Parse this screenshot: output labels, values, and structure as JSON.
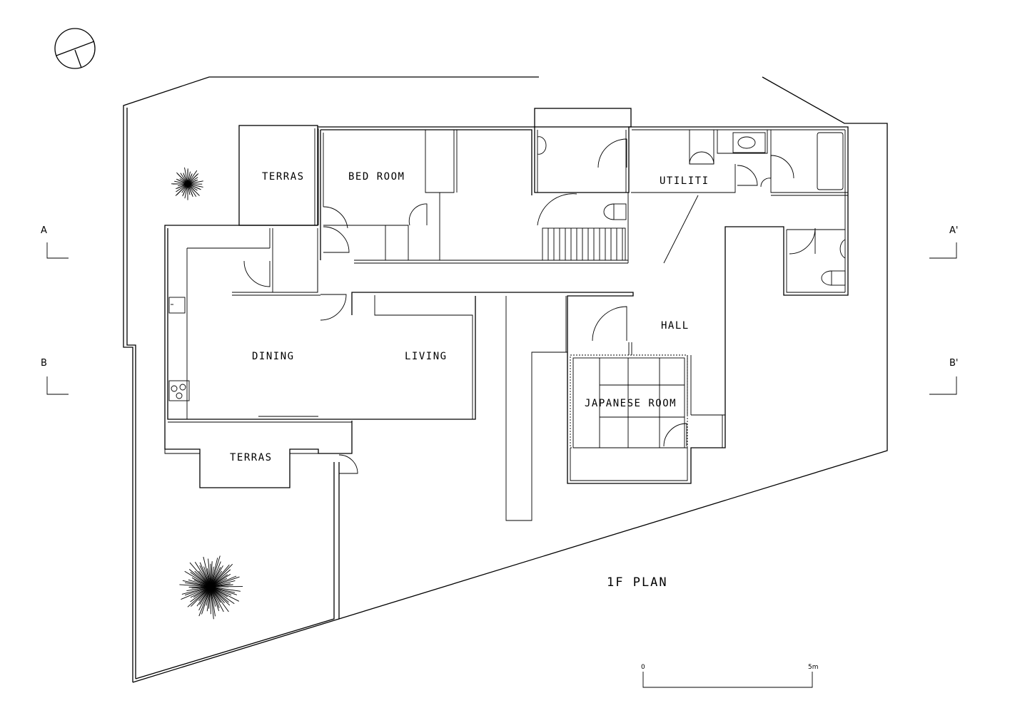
{
  "drawing_title": "1F PLAN",
  "rooms": {
    "terras_north": "TERRAS",
    "bed_room": "BED ROOM",
    "utiliti": "UTILITI",
    "dining": "DINING",
    "living": "LIVING",
    "hall": "HALL",
    "japanese_room": "JAPANESE ROOM",
    "terras_south": "TERRAS"
  },
  "section_marks": {
    "a_left": "A",
    "a_right": "A'",
    "b_left": "B",
    "b_right": "B'"
  },
  "scale_bar": {
    "start": "0",
    "end": "5m"
  },
  "icons": [
    "north-arrow-icon",
    "tree-icon",
    "sink-icon",
    "stove-icon",
    "toilet-icon",
    "bathtub-icon",
    "washbasin-icon",
    "stair-icon"
  ]
}
